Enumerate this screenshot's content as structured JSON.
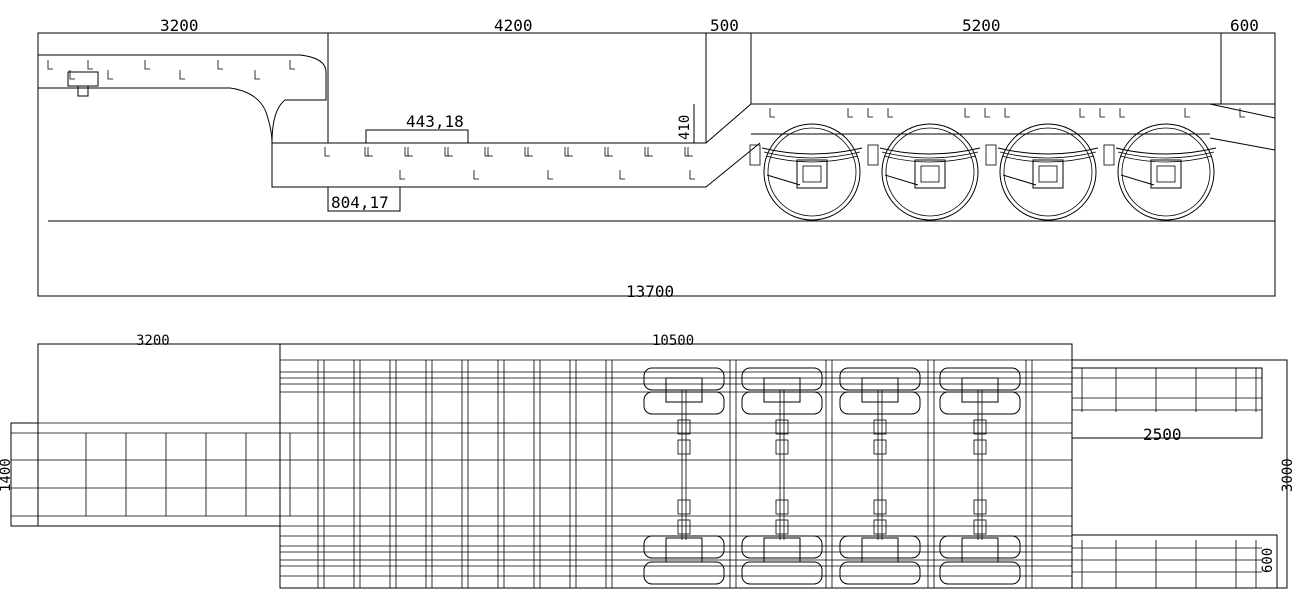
{
  "side_view": {
    "dims": {
      "gooseneck": "3200",
      "well": "4200",
      "step": "500",
      "axles": "5200",
      "rear": "600",
      "overall": "13700",
      "well_height": "410",
      "upper_beam": "443,18",
      "lower_beam": "804,17"
    }
  },
  "plan_view": {
    "dims": {
      "gooseneck": "3200",
      "deck": "10500",
      "ramp_length": "2500",
      "overall_width": "3000",
      "neck_width": "1400",
      "ramp_width": "600"
    }
  }
}
